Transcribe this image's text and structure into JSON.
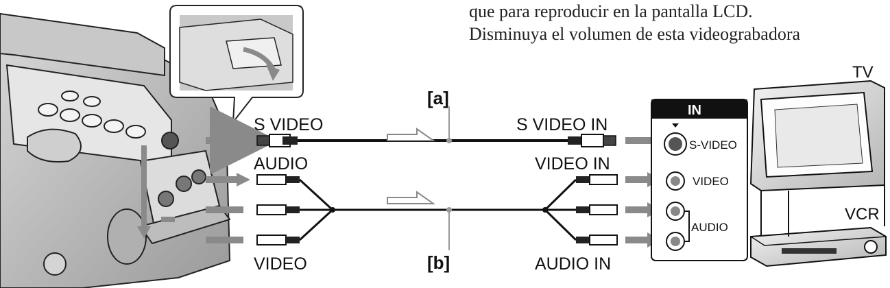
{
  "instructions": {
    "line1": "que para reproducir en la pantalla LCD.",
    "line2": "Disminuya el volumen de esta videograbadora"
  },
  "cable_tags": {
    "a": "[a]",
    "b": "[b]"
  },
  "camcorder_labels": {
    "s_video": "S VIDEO",
    "audio": "AUDIO",
    "video": "VIDEO"
  },
  "destination_labels": {
    "s_video_in": "S VIDEO IN",
    "video_in": "VIDEO IN",
    "audio_in": "AUDIO IN"
  },
  "input_panel": {
    "header": "IN",
    "s_video": "S-VIDEO",
    "video": "VIDEO",
    "audio": "AUDIO"
  },
  "devices": {
    "tv": "TV",
    "vcr": "VCR"
  },
  "colors": {
    "line_art": "#222222",
    "flow_arrow": "#8a8a8a",
    "panel_header": "#111111"
  }
}
